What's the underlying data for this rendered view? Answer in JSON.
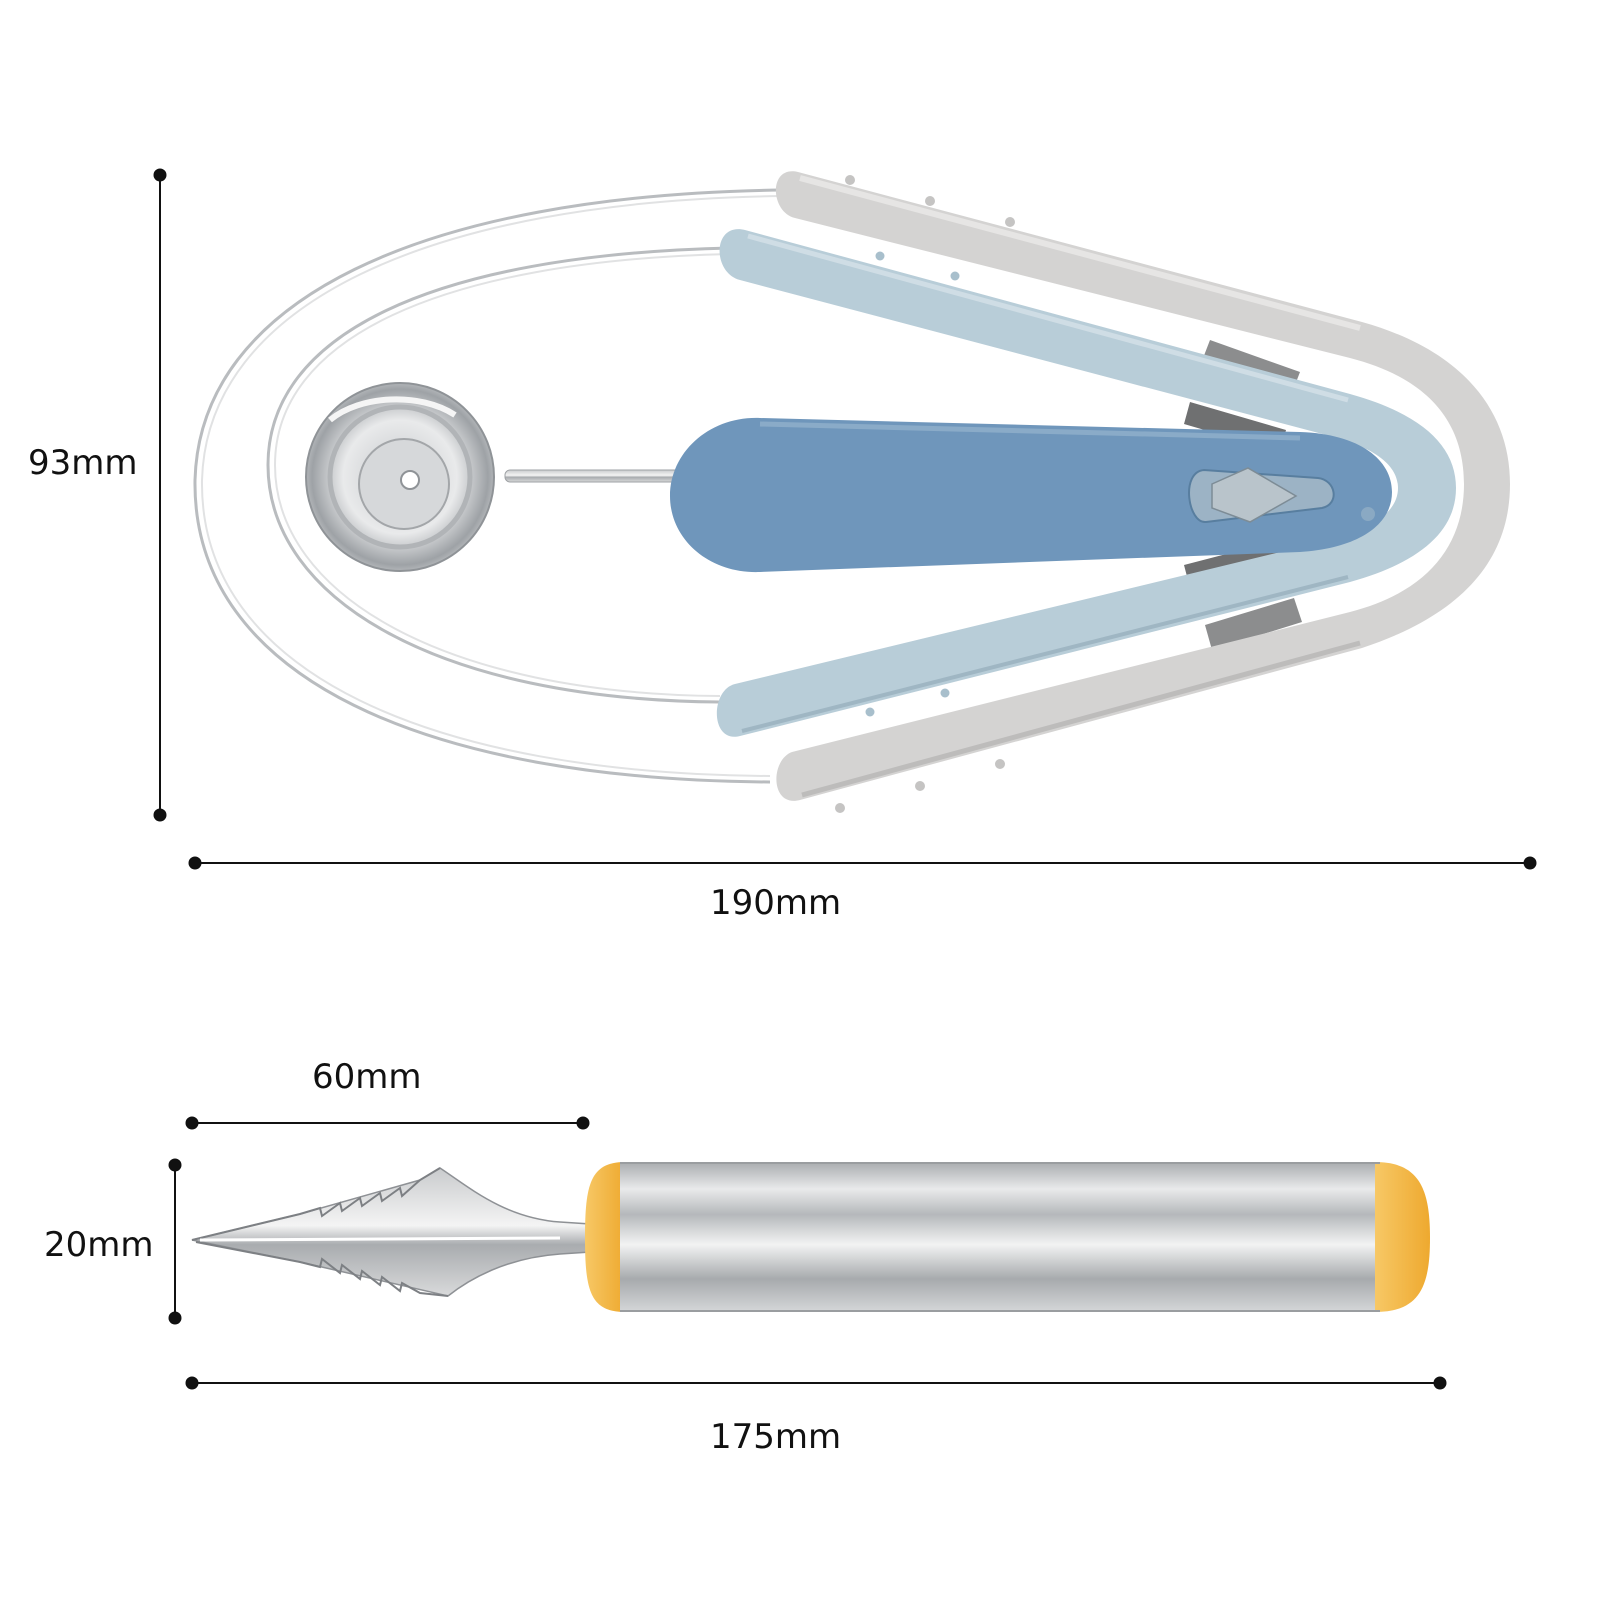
{
  "dimensions": {
    "height_top": "93mm",
    "width_top": "190mm",
    "blade_length": "60mm",
    "tool_height": "20mm",
    "tool_length": "175mm"
  },
  "colors": {
    "gray_handle": "#d4d3d2",
    "light_blue_handle": "#b8cdd8",
    "blue_grip": "#6f96bb",
    "steel": "#c7c9cb",
    "yellow_cap": "#f4b64a",
    "dimension_line": "#111111"
  }
}
